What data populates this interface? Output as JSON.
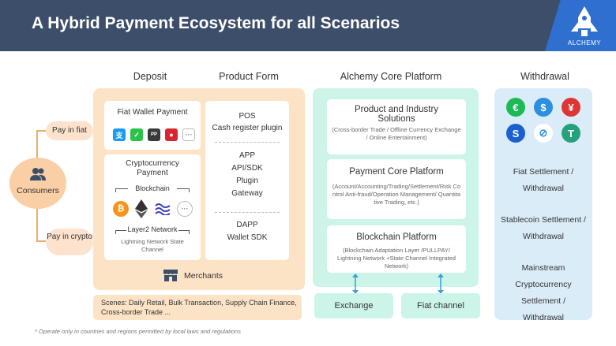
{
  "header": {
    "title": "A Hybrid Payment Ecosystem for all Scenarios",
    "logo_text": "ALCHEMY"
  },
  "columns": {
    "deposit": "Deposit",
    "product_form": "Product Form",
    "core": "Alchemy Core Platform",
    "withdrawal": "Withdrawal"
  },
  "consumers": {
    "label": "Consumers",
    "pay_fiat": "Pay in fiat",
    "pay_crypto": "Pay in crypto"
  },
  "deposit": {
    "fiat_wallet": {
      "title": "Fiat Wallet Payment",
      "more": "···"
    },
    "crypto": {
      "title": "Cryptocurrency Payment",
      "blockchain": "Blockchain",
      "layer2": "Layer2 Network",
      "layer2_desc": "Lightning Network State Channel",
      "more": "···"
    },
    "merchants": "Merchants"
  },
  "product_form": {
    "group1": [
      "POS",
      "Cash register plugin"
    ],
    "group2": [
      "APP",
      "API/SDK",
      "Plugin",
      "Gateway"
    ],
    "group3": [
      "DAPP",
      "Wallet SDK"
    ]
  },
  "scenes": "Scenes: Daily Retail, Bulk Transaction, Supply Chain Finance, Cross-border Trade ...",
  "core": {
    "product": {
      "title": "Product and Industry Solutions",
      "desc": "(Cross-border Trade / Offline Currency Exchange / Online Entertainment)"
    },
    "payment": {
      "title": "Payment Core Platform",
      "desc": "(Account/Accounting/Trading/Settlement/Risk Control Anti-fraud/Operation Management/ Quantitative Trading, etc.)"
    },
    "blockchain": {
      "title": "Blockchain Platform",
      "desc": "(Blockchain Adaptation Layer /PULLPAY/ Lightning Network +State Channel Integrated Network)"
    },
    "exchange": "Exchange",
    "fiat_channel": "Fiat channel"
  },
  "withdrawal": {
    "icons": [
      "€",
      "$",
      "¥",
      "S",
      "⊘",
      "T"
    ],
    "fiat": "Fiat Settlement / Withdrawal",
    "stablecoin": "Stablecoin Settlement / Withdrawal",
    "mainstream": "Mainstream Cryptocurrency Settlement / Withdrawal"
  },
  "footnote": "* Operate only in countries and regions permitted by local laws and regulations",
  "colors": {
    "header": "#3d4e6b",
    "logo": "#2f6fd0",
    "deposit_panel": "#fde3c6",
    "core_panel": "#ccf4e8",
    "withdraw_panel": "#dbecf9",
    "line": "#e8b06a"
  }
}
